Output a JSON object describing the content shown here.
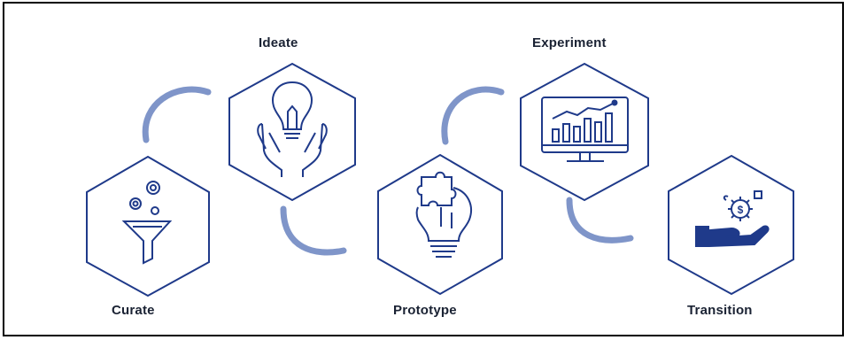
{
  "diagram": {
    "colors": {
      "outline": "#1f3a8a",
      "arrow": "#7f95c9",
      "text": "#1a2233",
      "frame": "#000000"
    },
    "steps": [
      {
        "id": "curate",
        "label": "Curate",
        "icon": "funnel-icon"
      },
      {
        "id": "ideate",
        "label": "Ideate",
        "icon": "lightbulb-hands-icon"
      },
      {
        "id": "prototype",
        "label": "Prototype",
        "icon": "puzzle-lightbulb-icon"
      },
      {
        "id": "experiment",
        "label": "Experiment",
        "icon": "monitor-chart-icon"
      },
      {
        "id": "transition",
        "label": "Transition",
        "icon": "hand-money-icon"
      }
    ]
  }
}
